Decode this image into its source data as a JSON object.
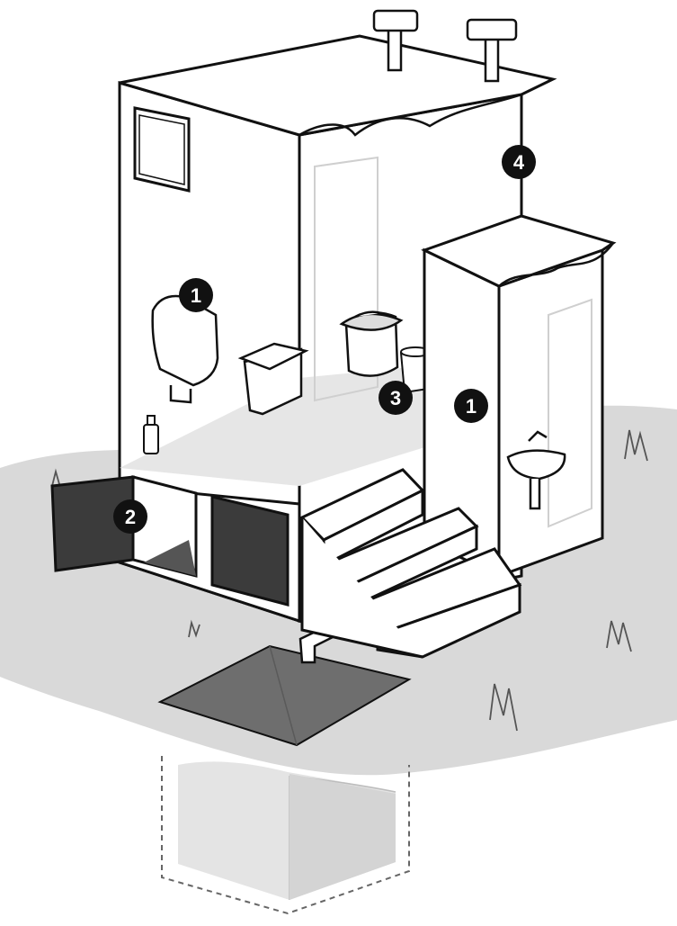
{
  "diagram": {
    "title": "",
    "markers": [
      {
        "id": "urinal",
        "label": "1"
      },
      {
        "id": "vault-door",
        "label": "2"
      },
      {
        "id": "bucket",
        "label": "3"
      },
      {
        "id": "vent-pipe",
        "label": "4"
      },
      {
        "id": "squat-pan",
        "label": "1"
      }
    ]
  },
  "colors": {
    "ground": "#d9d9d9",
    "ground_shadow": "#c4c4c4",
    "outline": "#111111",
    "wall": "#ffffff",
    "floor": "#e6e6e6",
    "door_dark": "#3b3b3b",
    "compost": "#6e6e6e",
    "pit": "#e4e4e4",
    "marker": "#111111"
  }
}
